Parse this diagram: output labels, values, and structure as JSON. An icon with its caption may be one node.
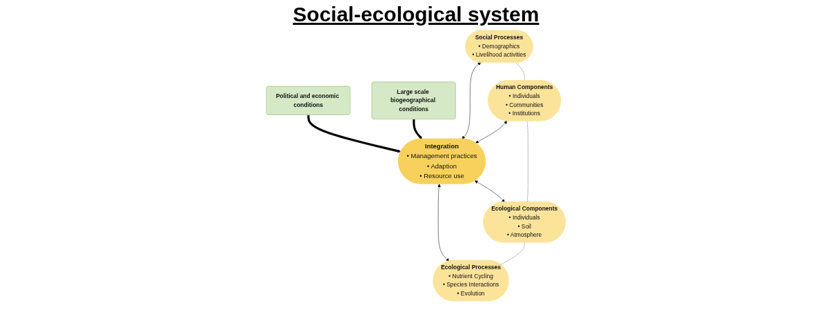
{
  "diagram": {
    "title": "Social-ecological system",
    "nodes": [
      {
        "text": [
          "Political and economic conditions"
        ]
      },
      {
        "text": [
          "Large scale biogeographical conditions"
        ]
      },
      {
        "text": [
          "Integration",
          "• Management practices",
          "• Adaption",
          "• Resource use"
        ]
      },
      {
        "text": [
          "Social Processes",
          "• Demographics",
          "• Livelihood activities"
        ]
      },
      {
        "text": [
          "Ecological Processes",
          "• Nutrient Cycling",
          "• Species Interactions",
          "• Evolution"
        ]
      },
      {
        "text": [
          "Human Components",
          "• Individuals",
          "• Communities",
          "• Institutions"
        ]
      },
      {
        "text": [
          "Ecological Components",
          "• Individuals",
          "• Soil",
          "• Atmosphere"
        ]
      }
    ],
    "edges": [
      {
        "from": 0,
        "to": 2,
        "arrow": "to",
        "style": "thick"
      },
      {
        "from": 1,
        "to": 2,
        "arrow": "to",
        "style": "thick"
      },
      {
        "from": 3,
        "to": 2,
        "arrow": "both"
      },
      {
        "from": 2,
        "to": 4,
        "arrow": "both"
      },
      {
        "from": 5,
        "to": 2,
        "arrow": "both"
      },
      {
        "from": 2,
        "to": 6,
        "arrow": "both"
      },
      {
        "from": 3,
        "to": 5,
        "arrow": "none",
        "style": "dashed"
      },
      {
        "from": 5,
        "to": 6,
        "arrow": "none",
        "style": "dashed"
      },
      {
        "from": 6,
        "to": 4,
        "arrow": "none",
        "style": "dashed"
      }
    ]
  }
}
